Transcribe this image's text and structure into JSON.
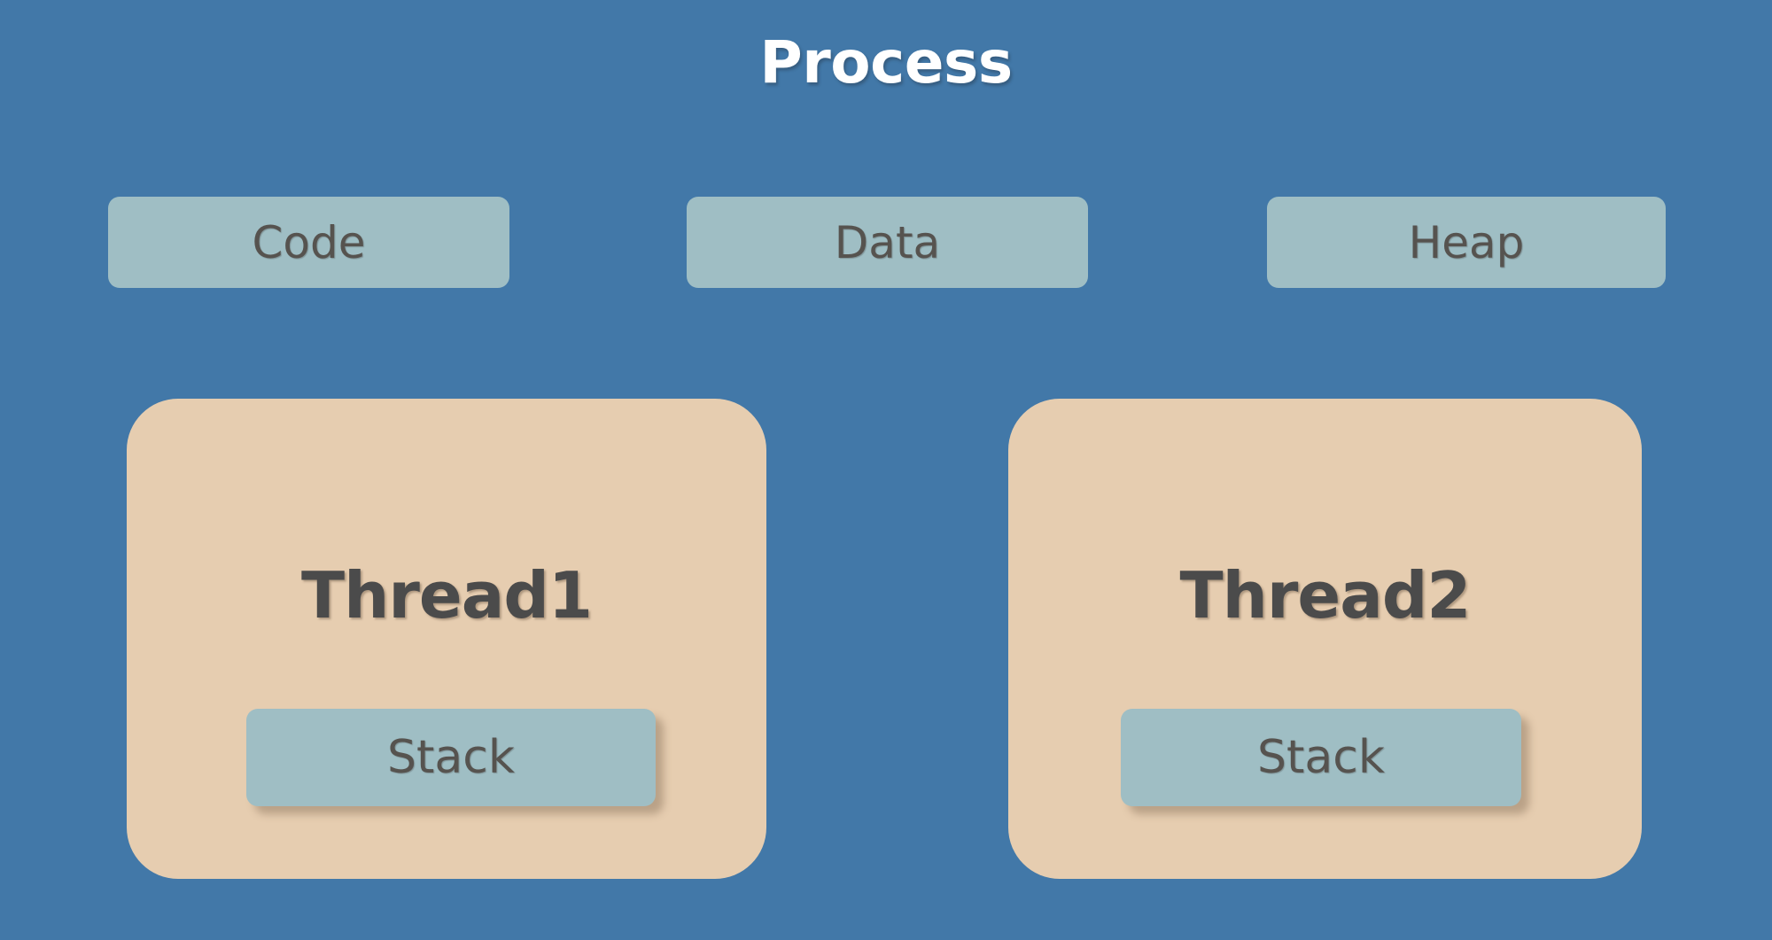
{
  "diagram": {
    "title": "Process",
    "colors": {
      "background": "#4278A8",
      "segment_box": "#9FBEC4",
      "thread_box": "#E6CDB0",
      "title_text": "#FFFFFF",
      "label_text": "#56534F",
      "thread_label_text": "#4B4B4B"
    },
    "memory_segments": [
      {
        "label": "Code"
      },
      {
        "label": "Data"
      },
      {
        "label": "Heap"
      }
    ],
    "threads": [
      {
        "label": "Thread1",
        "stack_label": "Stack"
      },
      {
        "label": "Thread2",
        "stack_label": "Stack"
      }
    ]
  }
}
